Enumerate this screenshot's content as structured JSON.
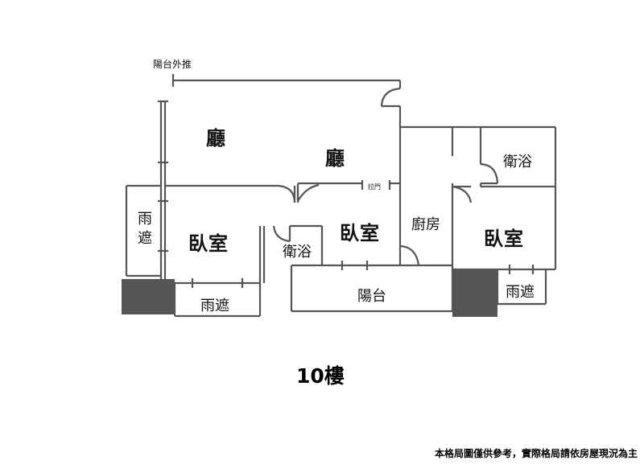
{
  "labels": {
    "balcony_push": "陽台外推",
    "living1": "廳",
    "living2": "廳",
    "bath_right": "衛浴",
    "sliding_door": "拉門",
    "canopy_left": "雨遮",
    "bedroom_left": "臥室",
    "bedroom_mid": "臥室",
    "bath_mid": "衛浴",
    "kitchen": "廚房",
    "bedroom_right": "臥室",
    "canopy_right": "雨遮",
    "canopy_bottom": "雨遮",
    "balcony": "陽台"
  },
  "floor_label": "10樓",
  "disclaimer": "本格局圖僅供參考，實際格局請依房屋現況為主",
  "colors": {
    "wall": "#555555",
    "fill_dark": "#555555",
    "label": "#111111"
  }
}
